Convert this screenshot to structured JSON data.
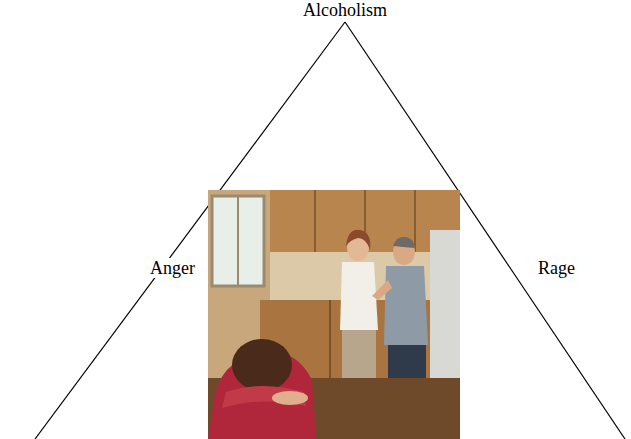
{
  "diagram": {
    "labels": [
      "Alcoholism",
      "Anger",
      "Rage"
    ]
  }
}
